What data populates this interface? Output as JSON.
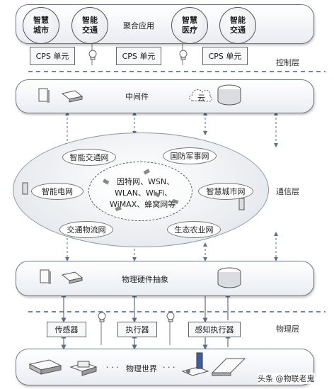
{
  "app_layer": {
    "nodes": [
      {
        "line1": "智慧",
        "line2": "城市"
      },
      {
        "line1": "智能",
        "line2": "交通"
      },
      {
        "line1": "智慧",
        "line2": "医疗"
      },
      {
        "line1": "智能",
        "line2": "交通"
      }
    ],
    "aggregate_label": "聚合应用"
  },
  "cps_units": [
    "CPS 单元",
    "CPS 单元",
    "CPS 单元"
  ],
  "layer_labels": {
    "control": "控制层",
    "communication": "通信层",
    "physical": "物理层"
  },
  "middleware": {
    "label": "中间件",
    "cloud_label": "云"
  },
  "comm_network": {
    "center_lines": [
      "因特网、WSN、",
      "WLAN、Wi-Fi、",
      "WiMAX、蜂窝网等"
    ],
    "sub_networks": [
      "智能交通网",
      "国防军事网",
      "智能电网",
      "智慧城市网",
      "交通物流网",
      "生态农业网"
    ]
  },
  "hardware_abstraction": {
    "label": "物理硬件抽象"
  },
  "physical_units": [
    "传感器",
    "执行器",
    "感知执行器"
  ],
  "physical_world": {
    "label": "物理世界",
    "dots": "· · ·",
    "dots_after": "· · ·"
  },
  "watermark": {
    "text": "头条 @物联老鬼"
  }
}
